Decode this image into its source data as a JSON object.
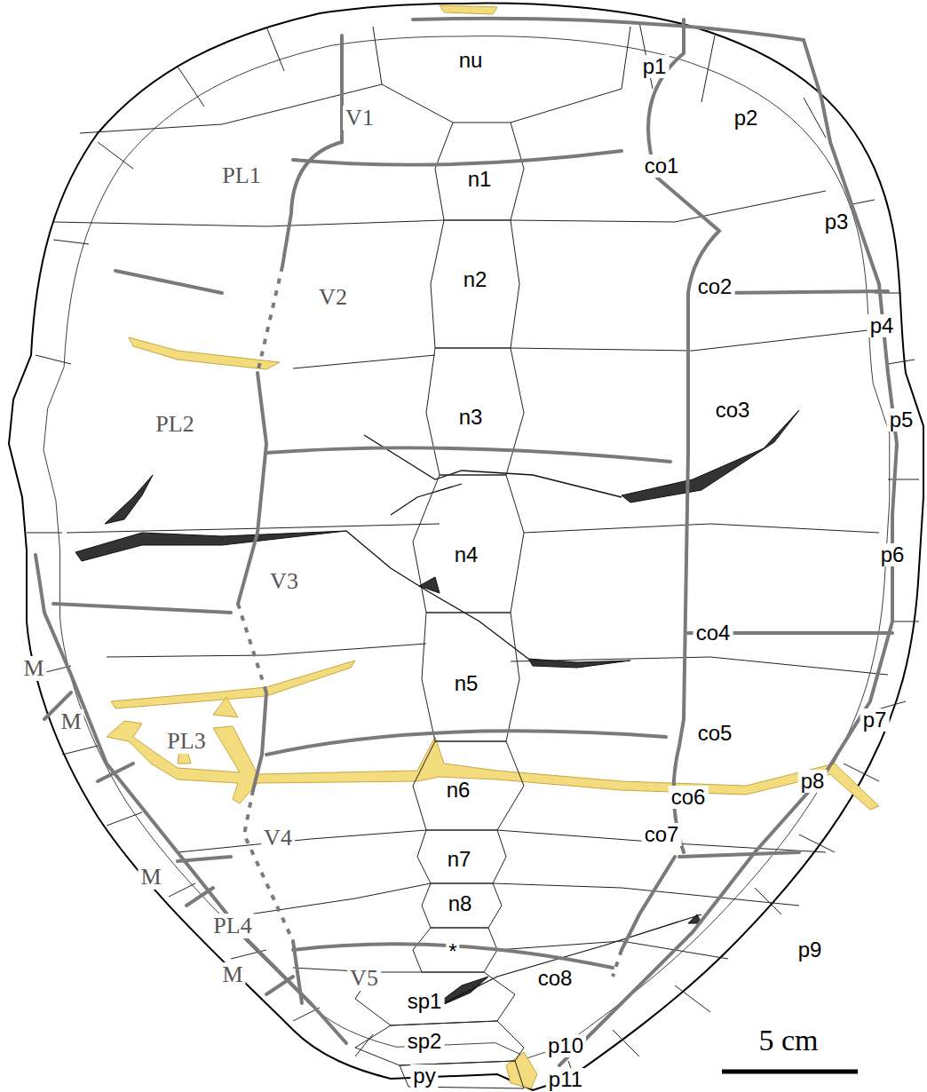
{
  "diagram": {
    "labels": [
      "nu",
      "p1",
      "V1",
      "PL1",
      "p2",
      "co1",
      "n1",
      "p3",
      "n2",
      "V2",
      "co2",
      "p4",
      "PL2",
      "n3",
      "co3",
      "p5",
      "n4",
      "V3",
      "p6",
      "co4",
      "M",
      "n5",
      "M",
      "PL3",
      "co5",
      "p7",
      "n6",
      "co6",
      "p8",
      "V4",
      "n7",
      "co7",
      "M",
      "n8",
      "PL4",
      "*",
      "p9",
      "M",
      "V5",
      "co8",
      "sp1",
      "p10",
      "5 cm",
      "sp2",
      "py",
      "p11"
    ]
  }
}
